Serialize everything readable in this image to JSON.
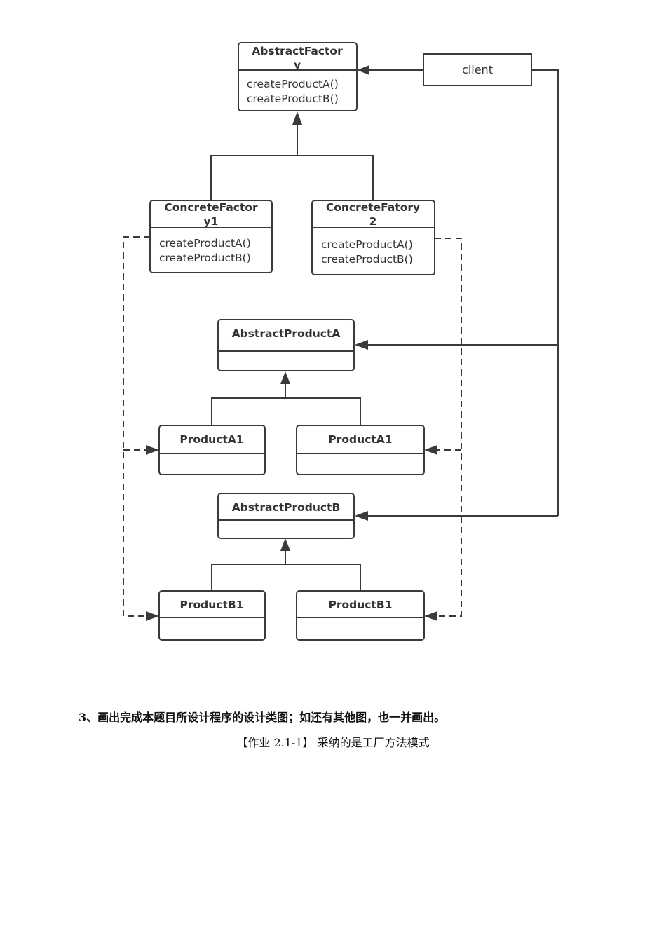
{
  "diagram": {
    "abstract_factory": {
      "title_line1": "AbstractFactor",
      "title_line2": "y",
      "methods": [
        "createProductA()",
        "createProductB()"
      ]
    },
    "client": {
      "label": "client"
    },
    "concrete_factory_1": {
      "title_line1": "ConcreteFactor",
      "title_line2": "y1",
      "methods": [
        "createProductA()",
        "createProductB()"
      ]
    },
    "concrete_factory_2": {
      "title_line1": "ConcreteFatory",
      "title_line2": "2",
      "methods": [
        "createProductA()",
        "createProductB()"
      ]
    },
    "abstract_product_a": {
      "title": "AbstractProductA"
    },
    "product_a_left": {
      "title": "ProductA1"
    },
    "product_a_right": {
      "title": "ProductA1"
    },
    "abstract_product_b": {
      "title": "AbstractProductB"
    },
    "product_b_left": {
      "title": "ProductB1"
    },
    "product_b_right": {
      "title": "ProductB1"
    }
  },
  "text": {
    "question": "3、画出完成本题目所设计程序的设计类图；如还有其他图，也一并画出。",
    "answer": "【作业 2.1-1】 采纳的是工厂方法模式"
  }
}
